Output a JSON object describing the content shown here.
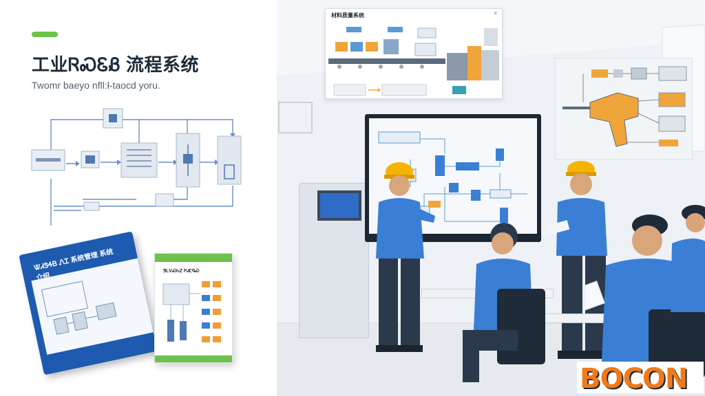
{
  "hero": {
    "headline": "工业ᏒᏍᏋᏰ 流程系统",
    "subline": "Twomr baeyo nfll:ł-taocd yoru."
  },
  "brochure_left": {
    "title": "ᏔᏗᏕᏎᏴ ᏁᏆ 系统管理 系统介绍"
  },
  "brochure_right": {
    "title": "ᏕᏞᏙᏍᏂᏃ ᏢᏗᏝᏄᏍ"
  },
  "top_panel": {
    "title": "材料质量系统",
    "close": "✕"
  },
  "brand": {
    "logo_text": "BOCON"
  },
  "colors": {
    "brand_blue": "#1e5bb0",
    "brand_green": "#6cc24a",
    "logo_orange": "#f07a1a",
    "uniform_blue": "#3a7fd5",
    "helmet_yellow": "#f5b400"
  }
}
